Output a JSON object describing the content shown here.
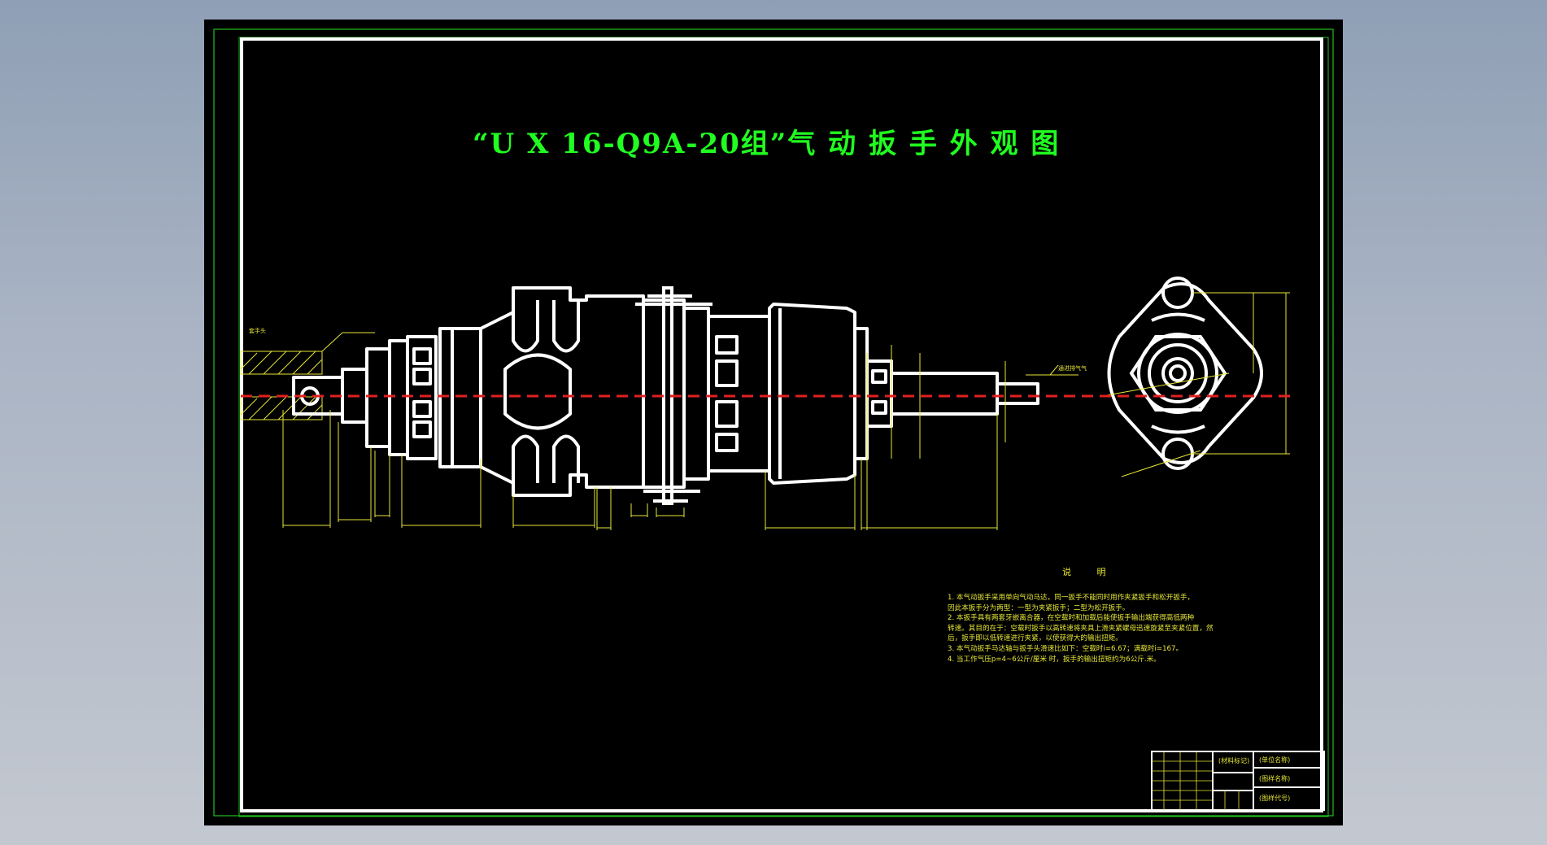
{
  "drawing": {
    "title": "“U X 16-Q9A-20组”气 动 扳 手 外 观 图",
    "labels": {
      "left_callout": "套手头",
      "right_callout": "通进排气气"
    },
    "notes": {
      "heading": "说 明",
      "lines": [
        "1.    本气动扳手采用单向气动马达，同一扳手不能同时用作夹紧扳手和松开扳手，",
        "因此本扳手分为两型：一型为夹紧扳手；二型为松开扳手。",
        "2.    本扳手具有两套牙嵌离合器，在空载时和加载后能使扳手输出端获得高低两种",
        "转速。其目的在于：空载时扳手以高转速将夹具上滑夹紧螺母迅速旋紧至夹紧位置，然",
        "后，扳手即以低转速进行夹紧，以使获得大的输出扭矩。",
        "3.    本气动扳手马达轴与扳手头滑速比如下：空载时i=6.67；满载时i=167。",
        "4.    当工作气压p=4~6公斤/厘米 时，扳手的输出扭矩约为6公斤.米。"
      ]
    },
    "title_block": {
      "cell_a": "(材料标记)",
      "cell_b": "(单位名称)",
      "cell_c": "(图样名称)",
      "cell_d": "(图样代号)"
    },
    "colors": {
      "background": "#000000",
      "outline": "#ffffff",
      "frame": "#20c020",
      "dimension": "#e6e637",
      "centerline": "#e02020",
      "title": "#20ff20"
    }
  }
}
